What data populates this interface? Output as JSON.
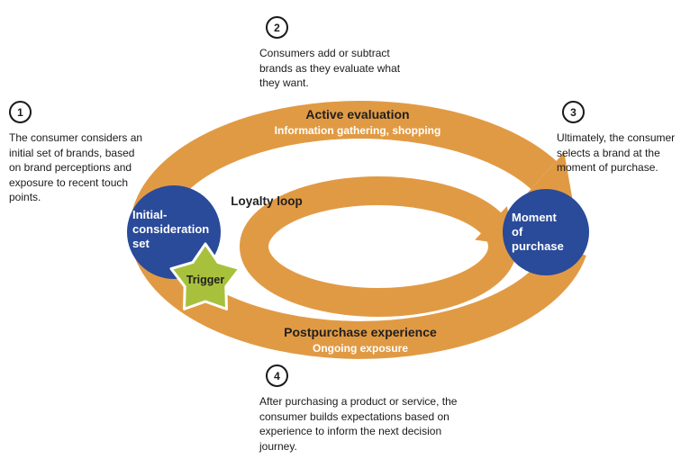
{
  "colors": {
    "band_orange": "#E19A44",
    "node_blue": "#2A4A9A",
    "trigger_green": "#A7C13D",
    "text_black": "#1A1A1A"
  },
  "notes": [
    {
      "number": "1",
      "text": "The consumer considers an initial set of brands, based on brand perceptions and exposure to recent touch points."
    },
    {
      "number": "2",
      "text": "Consumers add or subtract brands as they evaluate what they want."
    },
    {
      "number": "3",
      "text": "Ultimately, the consumer selects a brand at the moment of purchase."
    },
    {
      "number": "4",
      "text": "After purchasing a product or service, the consumer builds expectations based on experience to inform the next decision journey."
    }
  ],
  "diagram": {
    "active_evaluation": {
      "title": "Active evaluation",
      "subtitle": "Information gathering, shopping"
    },
    "loyalty_loop_label": "Loyalty loop",
    "postpurchase": {
      "title": "Postpurchase experience",
      "subtitle": "Ongoing exposure"
    },
    "initial_consideration": {
      "lines": [
        "Initial-",
        "consideration",
        "set"
      ]
    },
    "moment_of_purchase": {
      "lines": [
        "Moment",
        "of",
        "purchase"
      ]
    },
    "trigger_label": "Trigger"
  }
}
